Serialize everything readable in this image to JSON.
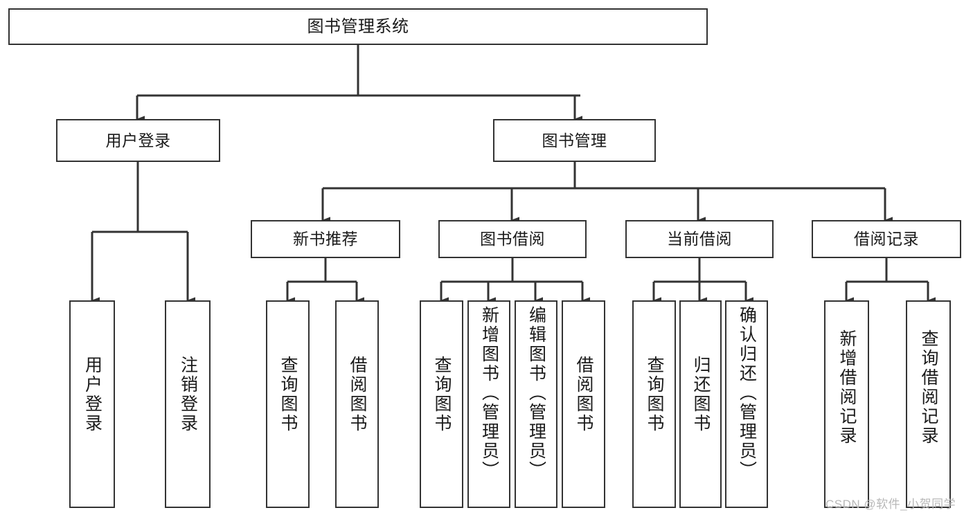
{
  "diagram": {
    "title": "图书管理系统",
    "type": "hierarchy-tree",
    "root": {
      "label": "图书管理系统"
    },
    "level2": [
      {
        "label": "用户登录"
      },
      {
        "label": "图书管理"
      }
    ],
    "level3": [
      {
        "label": "新书推荐"
      },
      {
        "label": "图书借阅"
      },
      {
        "label": "当前借阅"
      },
      {
        "label": "借阅记录"
      }
    ],
    "leaves": {
      "user_login": [
        {
          "label": "用户登录"
        },
        {
          "label": "注销登录"
        }
      ],
      "new_book_recommend": [
        {
          "label": "查询图书"
        },
        {
          "label": "借阅图书"
        }
      ],
      "book_borrow": [
        {
          "label": "查询图书"
        },
        {
          "label": "新增图书（管理员）"
        },
        {
          "label": "编辑图书（管理员）"
        },
        {
          "label": "借阅图书"
        }
      ],
      "current_borrow": [
        {
          "label": "查询图书"
        },
        {
          "label": "归还图书"
        },
        {
          "label": "确认归还（管理员）"
        }
      ],
      "borrow_record": [
        {
          "label": "新增借阅记录"
        },
        {
          "label": "查询借阅记录"
        }
      ]
    }
  },
  "watermark": {
    "text": "CSDN @软件_小贺同学"
  },
  "colors": {
    "background": "#ffffff",
    "box_border": "#333333",
    "box_fill": "#ffffff",
    "text": "#1a1a1a",
    "connector": "#333333",
    "watermark": "#b8b8b8"
  }
}
